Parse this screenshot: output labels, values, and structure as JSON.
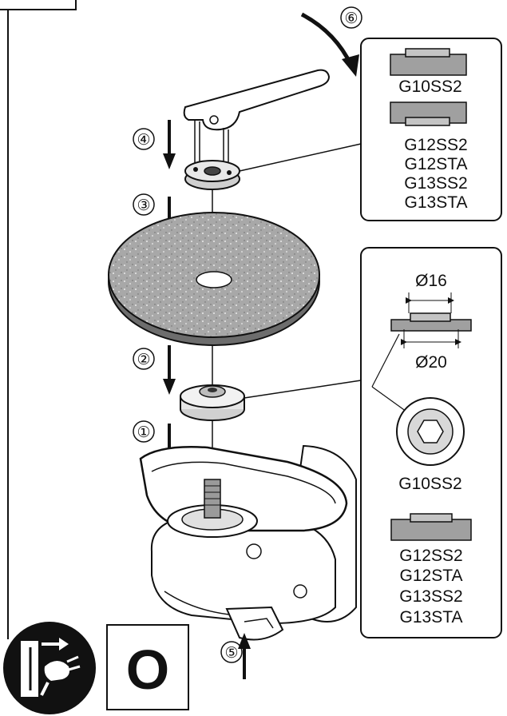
{
  "step_numbers": [
    "①",
    "②",
    "③",
    "④",
    "⑤",
    "⑥"
  ],
  "top_callout": {
    "model_a": "G10SS2",
    "models_b": [
      "G12SS2",
      "G12STA",
      "G13SS2",
      "G13STA"
    ]
  },
  "bottom_callout": {
    "dim_inner": "Ø16",
    "dim_outer": "Ø20",
    "model_a": "G10SS2",
    "models_b": [
      "G12SS2",
      "G12STA",
      "G13SS2",
      "G13STA"
    ]
  },
  "symbols": {
    "unplug_icon": "unplug-power-icon",
    "o_box_letter": "O"
  },
  "colors": {
    "ink": "#111111",
    "grey_part": "#9a9a9a",
    "dark_part": "#555555",
    "light_part": "#d8d8d8"
  }
}
